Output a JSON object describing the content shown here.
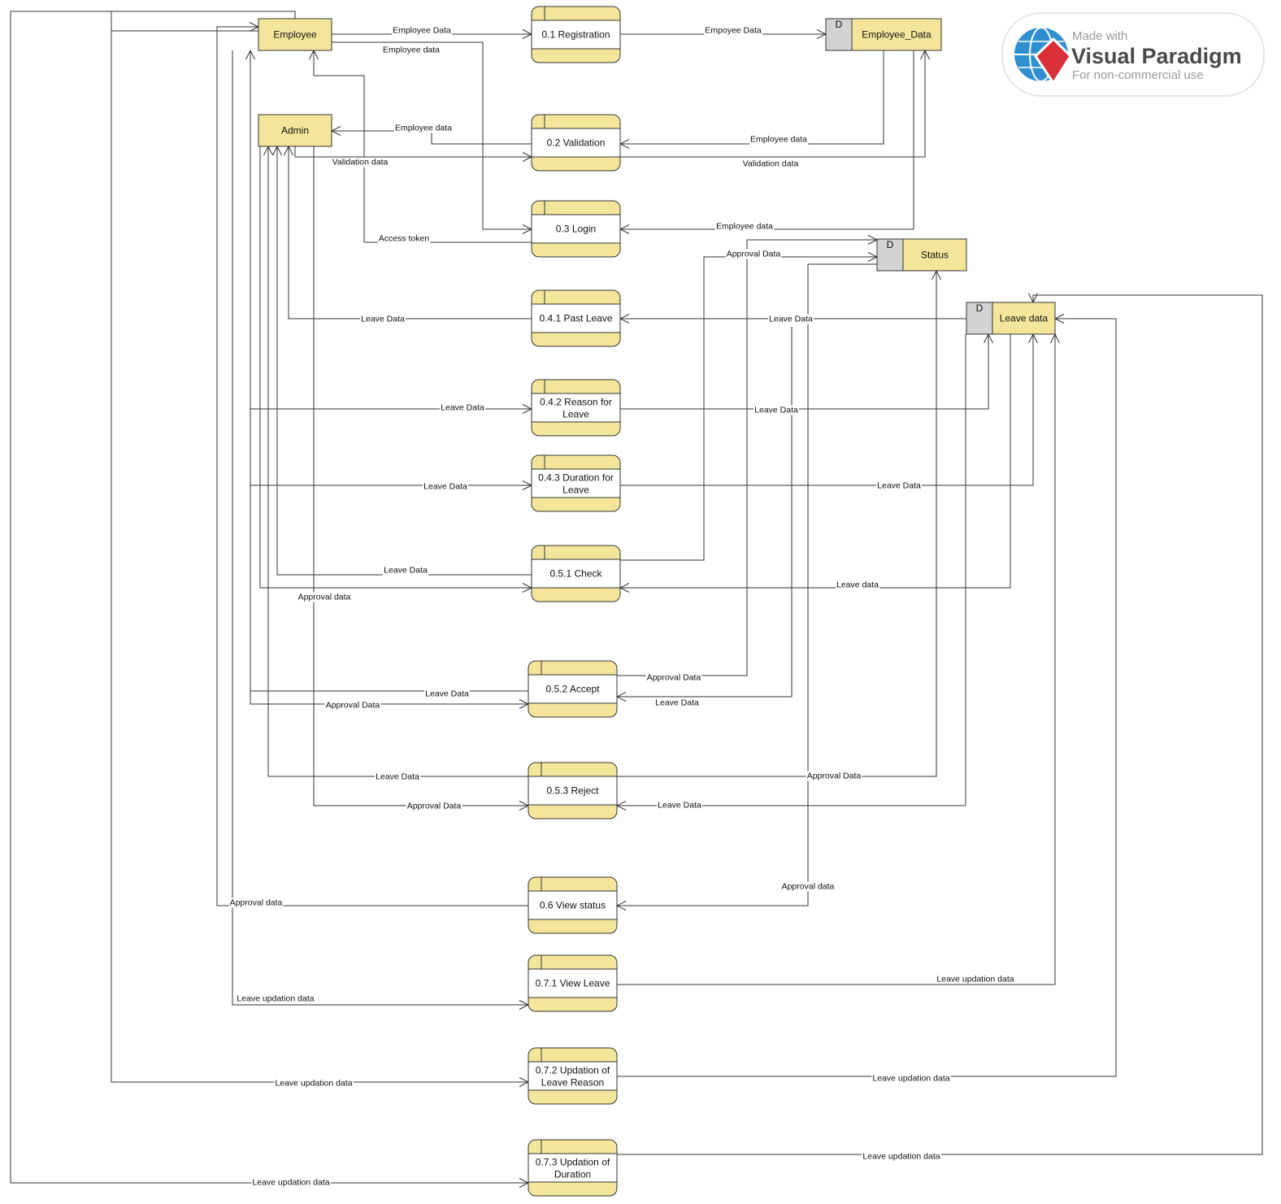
{
  "entities": {
    "employee": "Employee",
    "admin": "Admin"
  },
  "stores": {
    "employee_data": {
      "id": "D",
      "name": "Employee_Data"
    },
    "status": {
      "id": "D",
      "name": "Status"
    },
    "leave_data": {
      "id": "D",
      "name": "Leave data"
    }
  },
  "processes": {
    "p01": [
      "0.1 Registration"
    ],
    "p02": [
      "0.2 Validation"
    ],
    "p03": [
      "0.3 Login"
    ],
    "p041": [
      "0.4.1 Past Leave"
    ],
    "p042": [
      "0.4.2 Reason for",
      "Leave"
    ],
    "p043": [
      "0.4.3 Duration for",
      "Leave"
    ],
    "p051": [
      "0.5.1  Check"
    ],
    "p052": [
      "0.5.2 Accept"
    ],
    "p053": [
      "0.5.3 Reject"
    ],
    "p06": [
      "0.6 View status"
    ],
    "p071": [
      "0.7.1 View Leave"
    ],
    "p072": [
      "0.7.2 Updation of",
      "Leave Reason"
    ],
    "p073": [
      "0.7.3 Updation of",
      "Duration"
    ]
  },
  "flows": {
    "f1": "Employee Data",
    "f2": "Employee data",
    "f3": "Empoyee Data",
    "f4": "Employee data",
    "f5": "Employee data",
    "f6": "Validation data",
    "f7": "Validation data",
    "f8": "Employee data",
    "f9": "Access token",
    "f10": "Approval Data",
    "f11": "Leave Data",
    "f12": "Leave Data",
    "f13": "Leave Data",
    "f14": "Leave Data",
    "f15": "Leave Data",
    "f16": "Leave Data",
    "f17": "Leave Data",
    "f18": "Approval data",
    "f19": "Leave data",
    "f20": "Approval Data",
    "f21": "Leave Data",
    "f22": "Leave Data",
    "f23": "Approval Data",
    "f24": "Leave Data",
    "f25": "Approval Data",
    "f26": "Approval Data",
    "f27": "Leave Data",
    "f28": "Approval data",
    "f29": "Approval data",
    "f30": "Leave updation data",
    "f31": "Leave updation data",
    "f32": "Leave updation data",
    "f33": "Leave updation data",
    "f34": "Leave updation data",
    "f35": "Leave updation data"
  },
  "watermark": {
    "line1": "Made with",
    "line2": "Visual Paradigm",
    "line3": "For non-commercial use",
    "colors": {
      "globe": "#2f8fd0",
      "mark": "#d9303a"
    }
  },
  "colors": {
    "node_fill": "#f3e69b",
    "store_id_fill": "#d3d3d3",
    "stroke": "#333333"
  }
}
